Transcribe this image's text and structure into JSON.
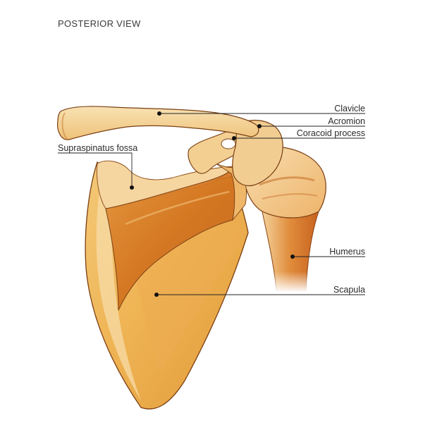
{
  "view_title": "POSTERIOR VIEW",
  "labels": {
    "clavicle": "Clavicle",
    "acromion": "Acromion",
    "coracoid": "Coracoid process",
    "supraspinatus": "Supraspinatus fossa",
    "humerus": "Humerus",
    "scapula": "Scapula"
  },
  "colors": {
    "bone_light": "#f6d9a2",
    "bone_mid": "#efb45a",
    "bone_dark": "#d2731f",
    "bone_shadow": "#b5561a",
    "outline": "#7a3e12"
  }
}
